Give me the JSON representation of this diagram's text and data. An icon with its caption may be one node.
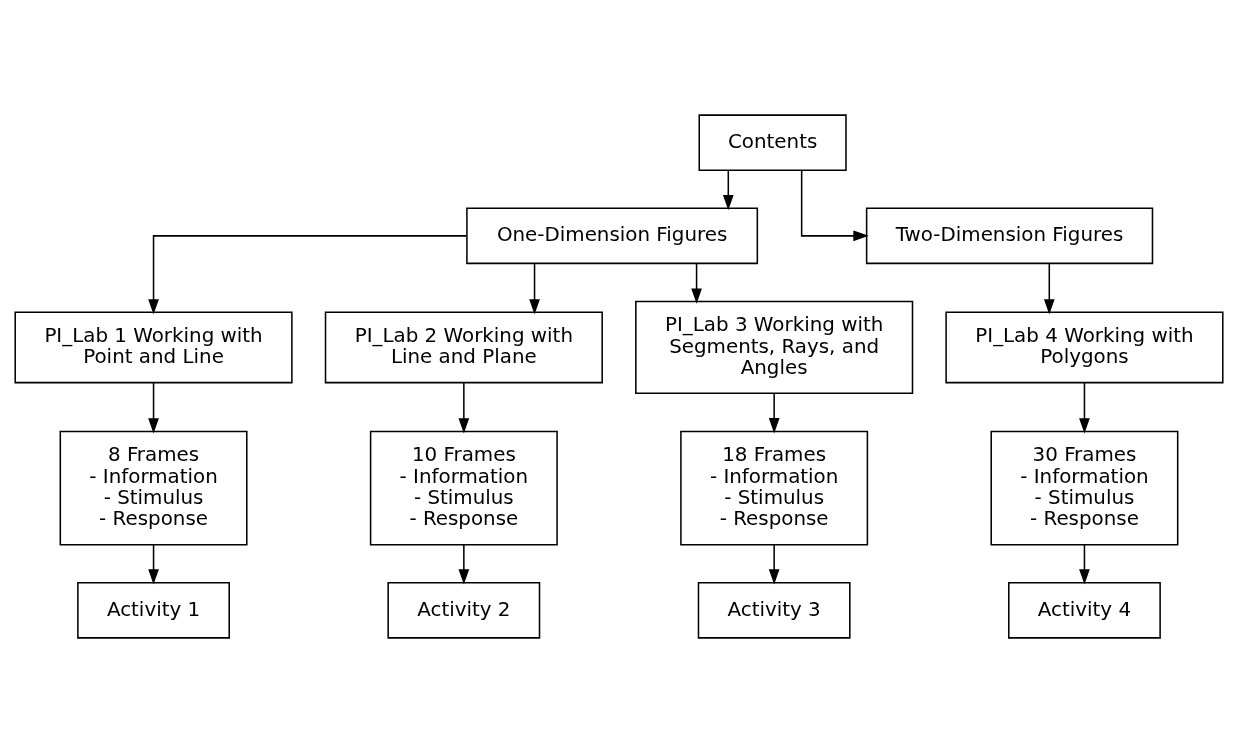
{
  "diagram": {
    "nodes": [
      {
        "text": [
          "Contents"
        ]
      },
      {
        "text": [
          "One-Dimension Figures"
        ]
      },
      {
        "text": [
          "Two-Dimension Figures"
        ]
      },
      {
        "text": [
          "PI_Lab 1 Working with Point and Line"
        ]
      },
      {
        "text": [
          "PI_Lab 2 Working with Line and Plane"
        ]
      },
      {
        "text": [
          "PI_Lab 3 Working with Segments, Rays, and Angles"
        ]
      },
      {
        "text": [
          "PI_Lab 4 Working with Polygons"
        ]
      },
      {
        "text": [
          "8 Frames",
          "- Information",
          "- Stimulus",
          "- Response"
        ]
      },
      {
        "text": [
          "10 Frames",
          "- Information",
          "- Stimulus",
          "- Response"
        ]
      },
      {
        "text": [
          "18 Frames",
          "- Information",
          "- Stimulus",
          "- Response"
        ]
      },
      {
        "text": [
          "30 Frames",
          "- Information",
          "- Stimulus",
          "- Response"
        ]
      },
      {
        "text": [
          "Activity 1"
        ]
      },
      {
        "text": [
          "Activity 2"
        ]
      },
      {
        "text": [
          "Activity 3"
        ]
      },
      {
        "text": [
          "Activity 4"
        ]
      }
    ],
    "edges": [
      {
        "from": 0,
        "to": 1,
        "arrow": "to"
      },
      {
        "from": 0,
        "to": 2,
        "arrow": "to"
      },
      {
        "from": 1,
        "to": 3,
        "arrow": "to"
      },
      {
        "from": 1,
        "to": 4,
        "arrow": "to"
      },
      {
        "from": 1,
        "to": 5,
        "arrow": "to"
      },
      {
        "from": 2,
        "to": 6,
        "arrow": "to"
      },
      {
        "from": 3,
        "to": 7,
        "arrow": "to"
      },
      {
        "from": 4,
        "to": 8,
        "arrow": "to"
      },
      {
        "from": 5,
        "to": 9,
        "arrow": "to"
      },
      {
        "from": 6,
        "to": 10,
        "arrow": "to"
      },
      {
        "from": 7,
        "to": 11,
        "arrow": "to"
      },
      {
        "from": 8,
        "to": 12,
        "arrow": "to"
      },
      {
        "from": 9,
        "to": 13,
        "arrow": "to"
      },
      {
        "from": 10,
        "to": 14,
        "arrow": "to"
      }
    ]
  }
}
